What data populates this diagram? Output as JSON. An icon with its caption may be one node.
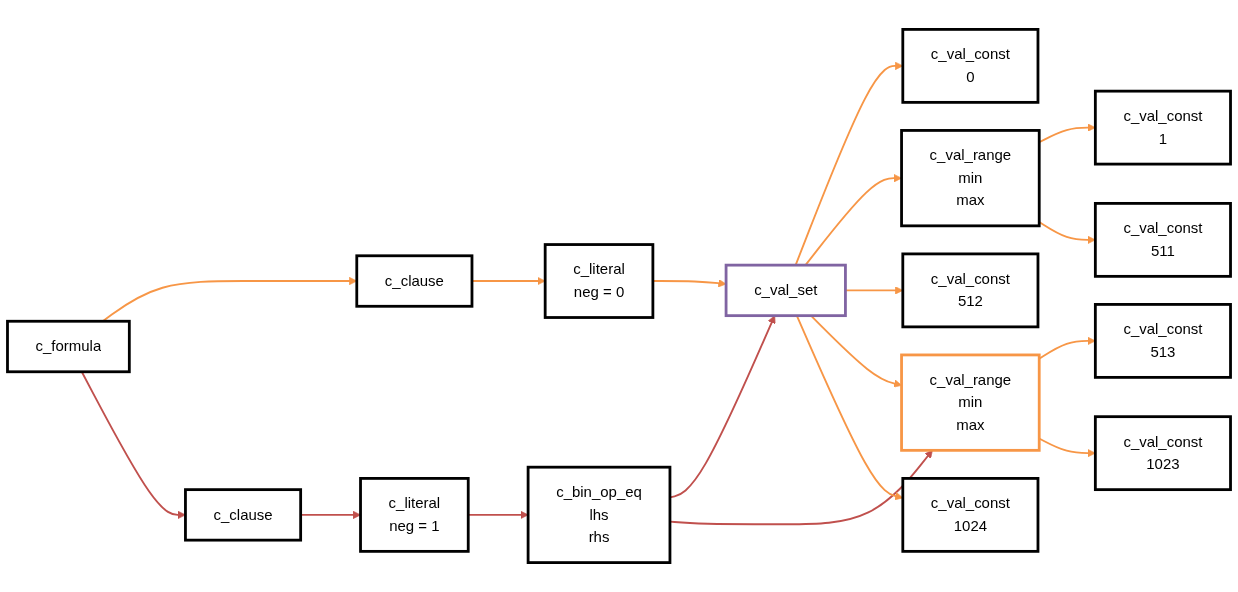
{
  "diagram": {
    "nodes": [
      {
        "text": [
          "c_formula"
        ]
      },
      {
        "text": [
          "c_clause"
        ]
      },
      {
        "text": [
          "c_clause"
        ]
      },
      {
        "text": [
          "c_literal",
          "neg = 0"
        ]
      },
      {
        "text": [
          "c_literal",
          "neg = 1"
        ]
      },
      {
        "text": [
          "c_val_set"
        ]
      },
      {
        "text": [
          "c_bin_op_eq",
          "lhs",
          "rhs"
        ]
      },
      {
        "text": [
          "c_val_const",
          "0"
        ]
      },
      {
        "text": [
          "c_val_range",
          "min",
          "max"
        ]
      },
      {
        "text": [
          "c_val_const",
          "512"
        ]
      },
      {
        "text": [
          "c_val_range",
          "min",
          "max"
        ]
      },
      {
        "text": [
          "c_val_const",
          "1024"
        ]
      },
      {
        "text": [
          "c_val_const",
          "1"
        ]
      },
      {
        "text": [
          "c_val_const",
          "511"
        ]
      },
      {
        "text": [
          "c_val_const",
          "513"
        ]
      },
      {
        "text": [
          "c_val_const",
          "1023"
        ]
      }
    ],
    "edges": [
      {
        "from": 0,
        "to": 1,
        "arrow": "to"
      },
      {
        "from": 0,
        "to": 2,
        "arrow": "to",
        "color": "#c0504d"
      },
      {
        "from": 1,
        "to": 3,
        "arrow": "to"
      },
      {
        "from": 2,
        "to": 4,
        "arrow": "to",
        "color": "#c0504d"
      },
      {
        "from": 3,
        "to": 5,
        "arrow": "to"
      },
      {
        "from": 4,
        "to": 6,
        "arrow": "to",
        "color": "#c0504d"
      },
      {
        "from": 6,
        "to": 5,
        "arrow": "to",
        "color": "#c0504d"
      },
      {
        "from": 6,
        "to": 10,
        "arrow": "to",
        "color": "#c0504d"
      },
      {
        "from": 5,
        "to": 7,
        "arrow": "to"
      },
      {
        "from": 5,
        "to": 8,
        "arrow": "to"
      },
      {
        "from": 5,
        "to": 9,
        "arrow": "to"
      },
      {
        "from": 5,
        "to": 10,
        "arrow": "to"
      },
      {
        "from": 5,
        "to": 11,
        "arrow": "to"
      },
      {
        "from": 8,
        "to": 12,
        "arrow": "to"
      },
      {
        "from": 8,
        "to": 13,
        "arrow": "to"
      },
      {
        "from": 10,
        "to": 14,
        "arrow": "to"
      },
      {
        "from": 10,
        "to": 15,
        "arrow": "to"
      }
    ]
  }
}
